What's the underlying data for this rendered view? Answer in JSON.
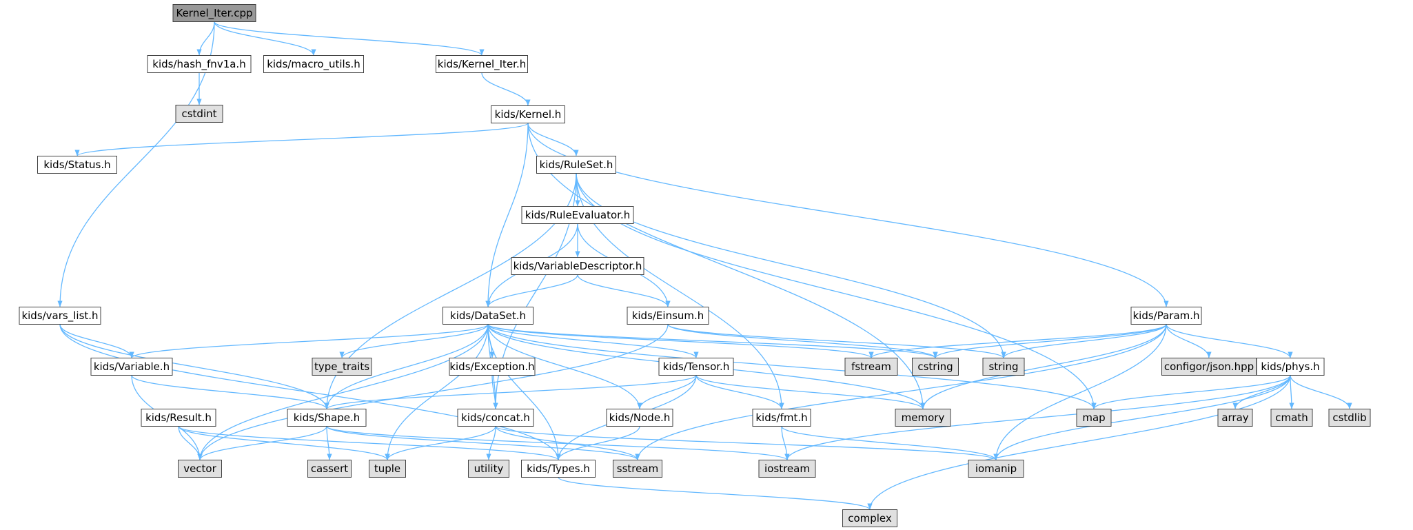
{
  "colors": {
    "edge": "#63b8ff",
    "root_fill": "#999999",
    "internal_fill": "#ffffff",
    "external_fill": "#e0e0e0",
    "external_border": "#e0e0e0",
    "border": "#404040"
  },
  "nodes": [
    {
      "id": "root",
      "label": "Kernel_Iter.cpp",
      "kind": "root"
    },
    {
      "id": "hash",
      "label": "kids/hash_fnv1a.h",
      "kind": "internal"
    },
    {
      "id": "macro",
      "label": "kids/macro_utils.h",
      "kind": "internal"
    },
    {
      "id": "kiter",
      "label": "kids/Kernel_Iter.h",
      "kind": "internal"
    },
    {
      "id": "cstdint",
      "label": "cstdint",
      "kind": "external"
    },
    {
      "id": "kernel",
      "label": "kids/Kernel.h",
      "kind": "internal"
    },
    {
      "id": "status",
      "label": "kids/Status.h",
      "kind": "internal"
    },
    {
      "id": "ruleset",
      "label": "kids/RuleSet.h",
      "kind": "internal"
    },
    {
      "id": "ruleeval",
      "label": "kids/RuleEvaluator.h",
      "kind": "internal"
    },
    {
      "id": "vardesc",
      "label": "kids/VariableDescriptor.h",
      "kind": "internal"
    },
    {
      "id": "varslist",
      "label": "kids/vars_list.h",
      "kind": "internal"
    },
    {
      "id": "dataset",
      "label": "kids/DataSet.h",
      "kind": "internal"
    },
    {
      "id": "einsum",
      "label": "kids/Einsum.h",
      "kind": "internal"
    },
    {
      "id": "param",
      "label": "kids/Param.h",
      "kind": "internal"
    },
    {
      "id": "variable",
      "label": "kids/Variable.h",
      "kind": "internal"
    },
    {
      "id": "typetraits",
      "label": "type_traits",
      "kind": "external"
    },
    {
      "id": "exception",
      "label": "kids/Exception.h",
      "kind": "internal"
    },
    {
      "id": "tensor",
      "label": "kids/Tensor.h",
      "kind": "internal"
    },
    {
      "id": "fstream",
      "label": "fstream",
      "kind": "external"
    },
    {
      "id": "cstring",
      "label": "cstring",
      "kind": "external"
    },
    {
      "id": "string",
      "label": "string",
      "kind": "external"
    },
    {
      "id": "json",
      "label": "configor/json.hpp",
      "kind": "external"
    },
    {
      "id": "phys",
      "label": "kids/phys.h",
      "kind": "internal"
    },
    {
      "id": "result",
      "label": "kids/Result.h",
      "kind": "internal"
    },
    {
      "id": "shape",
      "label": "kids/Shape.h",
      "kind": "internal"
    },
    {
      "id": "concat",
      "label": "kids/concat.h",
      "kind": "internal"
    },
    {
      "id": "node",
      "label": "kids/Node.h",
      "kind": "internal"
    },
    {
      "id": "fmt",
      "label": "kids/fmt.h",
      "kind": "internal"
    },
    {
      "id": "memory",
      "label": "memory",
      "kind": "external"
    },
    {
      "id": "map",
      "label": "map",
      "kind": "external"
    },
    {
      "id": "array",
      "label": "array",
      "kind": "external"
    },
    {
      "id": "cmath",
      "label": "cmath",
      "kind": "external"
    },
    {
      "id": "cstdlib",
      "label": "cstdlib",
      "kind": "external"
    },
    {
      "id": "vector",
      "label": "vector",
      "kind": "external"
    },
    {
      "id": "cassert",
      "label": "cassert",
      "kind": "external"
    },
    {
      "id": "tuple",
      "label": "tuple",
      "kind": "external"
    },
    {
      "id": "utility",
      "label": "utility",
      "kind": "external"
    },
    {
      "id": "types",
      "label": "kids/Types.h",
      "kind": "internal"
    },
    {
      "id": "sstream",
      "label": "sstream",
      "kind": "external"
    },
    {
      "id": "iostream",
      "label": "iostream",
      "kind": "external"
    },
    {
      "id": "iomanip",
      "label": "iomanip",
      "kind": "external"
    },
    {
      "id": "complex",
      "label": "complex",
      "kind": "external"
    }
  ],
  "edges": [
    [
      "root",
      "hash"
    ],
    [
      "root",
      "macro"
    ],
    [
      "root",
      "kiter"
    ],
    [
      "root",
      "varslist"
    ],
    [
      "hash",
      "cstdint"
    ],
    [
      "kiter",
      "kernel"
    ],
    [
      "kernel",
      "status"
    ],
    [
      "kernel",
      "ruleset"
    ],
    [
      "kernel",
      "dataset"
    ],
    [
      "kernel",
      "param"
    ],
    [
      "kernel",
      "memory"
    ],
    [
      "ruleset",
      "ruleeval"
    ],
    [
      "ruleset",
      "shape"
    ],
    [
      "ruleset",
      "concat"
    ],
    [
      "ruleset",
      "fmt"
    ],
    [
      "ruleset",
      "string"
    ],
    [
      "ruleset",
      "map"
    ],
    [
      "ruleeval",
      "vardesc"
    ],
    [
      "ruleeval",
      "dataset"
    ],
    [
      "ruleeval",
      "einsum"
    ],
    [
      "vardesc",
      "dataset"
    ],
    [
      "vardesc",
      "einsum"
    ],
    [
      "varslist",
      "variable"
    ],
    [
      "varslist",
      "shape"
    ],
    [
      "varslist",
      "types"
    ],
    [
      "dataset",
      "variable"
    ],
    [
      "dataset",
      "typetraits"
    ],
    [
      "dataset",
      "exception"
    ],
    [
      "dataset",
      "tensor"
    ],
    [
      "dataset",
      "fstream"
    ],
    [
      "dataset",
      "cstring"
    ],
    [
      "dataset",
      "shape"
    ],
    [
      "dataset",
      "concat"
    ],
    [
      "dataset",
      "node"
    ],
    [
      "dataset",
      "memory"
    ],
    [
      "dataset",
      "map"
    ],
    [
      "dataset",
      "vector"
    ],
    [
      "dataset",
      "tuple"
    ],
    [
      "dataset",
      "types"
    ],
    [
      "einsum",
      "vector"
    ],
    [
      "einsum",
      "string"
    ],
    [
      "einsum",
      "cstring"
    ],
    [
      "param",
      "fstream"
    ],
    [
      "param",
      "cstring"
    ],
    [
      "param",
      "string"
    ],
    [
      "param",
      "json"
    ],
    [
      "param",
      "phys"
    ],
    [
      "param",
      "memory"
    ],
    [
      "param",
      "sstream"
    ],
    [
      "param",
      "iomanip"
    ],
    [
      "variable",
      "shape"
    ],
    [
      "variable",
      "vector"
    ],
    [
      "exception",
      "concat"
    ],
    [
      "tensor",
      "shape"
    ],
    [
      "tensor",
      "node"
    ],
    [
      "tensor",
      "fmt"
    ],
    [
      "tensor",
      "memory"
    ],
    [
      "tensor",
      "types"
    ],
    [
      "phys",
      "map"
    ],
    [
      "phys",
      "array"
    ],
    [
      "phys",
      "cmath"
    ],
    [
      "phys",
      "cstdlib"
    ],
    [
      "phys",
      "iostream"
    ],
    [
      "phys",
      "iomanip"
    ],
    [
      "phys",
      "complex"
    ],
    [
      "result",
      "vector"
    ],
    [
      "result",
      "tuple"
    ],
    [
      "result",
      "types"
    ],
    [
      "shape",
      "vector"
    ],
    [
      "shape",
      "cassert"
    ],
    [
      "shape",
      "sstream"
    ],
    [
      "shape",
      "iostream"
    ],
    [
      "concat",
      "tuple"
    ],
    [
      "concat",
      "utility"
    ],
    [
      "concat",
      "sstream"
    ],
    [
      "concat",
      "iomanip"
    ],
    [
      "node",
      "types"
    ],
    [
      "fmt",
      "iostream"
    ],
    [
      "fmt",
      "iomanip"
    ],
    [
      "types",
      "complex"
    ]
  ]
}
